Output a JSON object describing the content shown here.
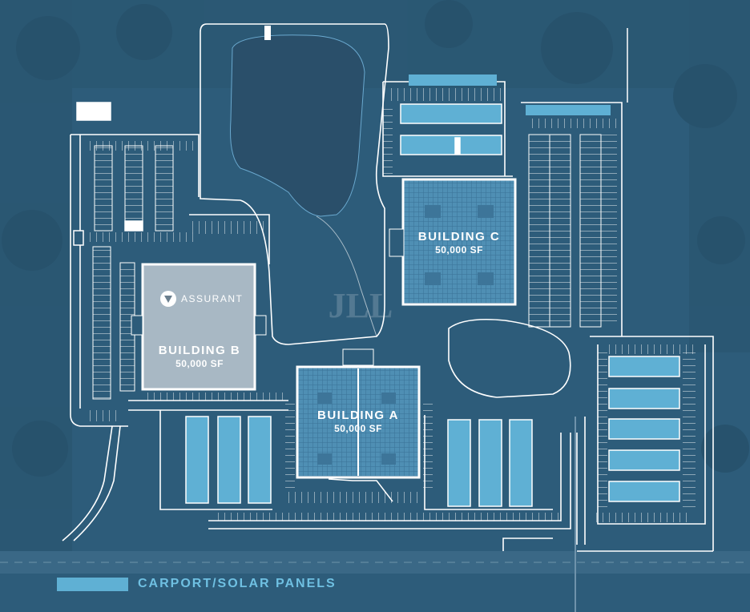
{
  "map": {
    "buildings": [
      {
        "id": "c",
        "name": "BUILDING C",
        "size": "50,000 SF"
      },
      {
        "id": "b",
        "name": "BUILDING B",
        "size": "50,000 SF"
      },
      {
        "id": "a",
        "name": "BUILDING A",
        "size": "50,000 SF"
      }
    ],
    "tenant_logo_text": "ASSURANT",
    "watermark": "JLL"
  },
  "legend": {
    "label": "CARPORT/SOLAR PANELS",
    "color": "#5fb0d4"
  },
  "colors": {
    "background": "#2d5c7a",
    "line": "#ffffff",
    "solar": "#5fb0d4",
    "building_b": "#a8b8c4"
  }
}
